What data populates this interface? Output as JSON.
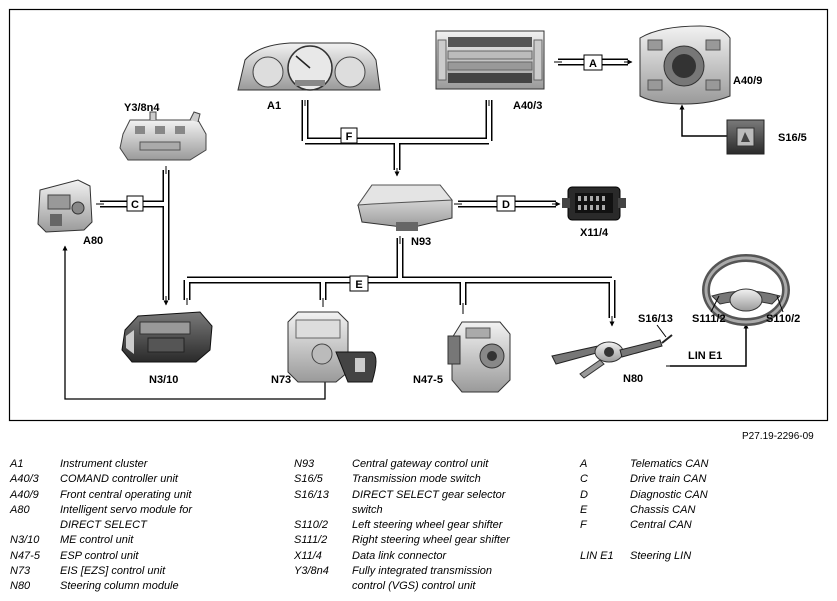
{
  "components": {
    "a1": "A1",
    "a40_3": "A40/3",
    "a40_9": "A40/9",
    "s16_5": "S16/5",
    "y3_8n4": "Y3/8n4",
    "a80": "A80",
    "n93": "N93",
    "x11_4": "X11/4",
    "n3_10": "N3/10",
    "n73": "N73",
    "n47_5": "N47-5",
    "n80": "N80",
    "s16_13": "S16/13",
    "s111_2": "S111/2",
    "s110_2": "S110/2"
  },
  "buses": {
    "a": "A",
    "c": "C",
    "d": "D",
    "e": "E",
    "f": "F",
    "lin": "LIN  E1"
  },
  "figure_ref": "P27.19-2296-09",
  "legend": {
    "col1": [
      {
        "code": "A1",
        "desc": "Instrument cluster"
      },
      {
        "code": "A40/3",
        "desc": "COMAND controller unit"
      },
      {
        "code": "A40/9",
        "desc": "Front central operating unit"
      },
      {
        "code": "A80",
        "desc": "Intelligent servo module for"
      },
      {
        "code": "",
        "desc": "DIRECT SELECT"
      },
      {
        "code": "N3/10",
        "desc": "ME control unit"
      },
      {
        "code": "N47-5",
        "desc": "ESP control unit"
      },
      {
        "code": "N73",
        "desc": "EIS [EZS] control unit"
      },
      {
        "code": "N80",
        "desc": "Steering column module"
      }
    ],
    "col2": [
      {
        "code": "N93",
        "desc": "Central gateway control unit"
      },
      {
        "code": "S16/5",
        "desc": "Transmission mode switch"
      },
      {
        "code": "S16/13",
        "desc": "DIRECT SELECT gear selector"
      },
      {
        "code": "",
        "desc": "switch"
      },
      {
        "code": "S110/2",
        "desc": "Left steering wheel gear shifter"
      },
      {
        "code": "S111/2",
        "desc": "Right steering wheel gear shifter"
      },
      {
        "code": "X11/4",
        "desc": "Data link connector"
      },
      {
        "code": "Y3/8n4",
        "desc": "Fully integrated transmission"
      },
      {
        "code": "",
        "desc": "control (VGS) control unit"
      }
    ],
    "col3": [
      {
        "code": "A",
        "desc": "Telematics CAN"
      },
      {
        "code": "C",
        "desc": "Drive train CAN"
      },
      {
        "code": "D",
        "desc": "Diagnostic CAN"
      },
      {
        "code": "E",
        "desc": "Chassis CAN"
      },
      {
        "code": "F",
        "desc": "Central CAN"
      },
      {
        "code": "",
        "desc": ""
      },
      {
        "code": "LIN E1",
        "desc": "Steering LIN"
      }
    ]
  }
}
